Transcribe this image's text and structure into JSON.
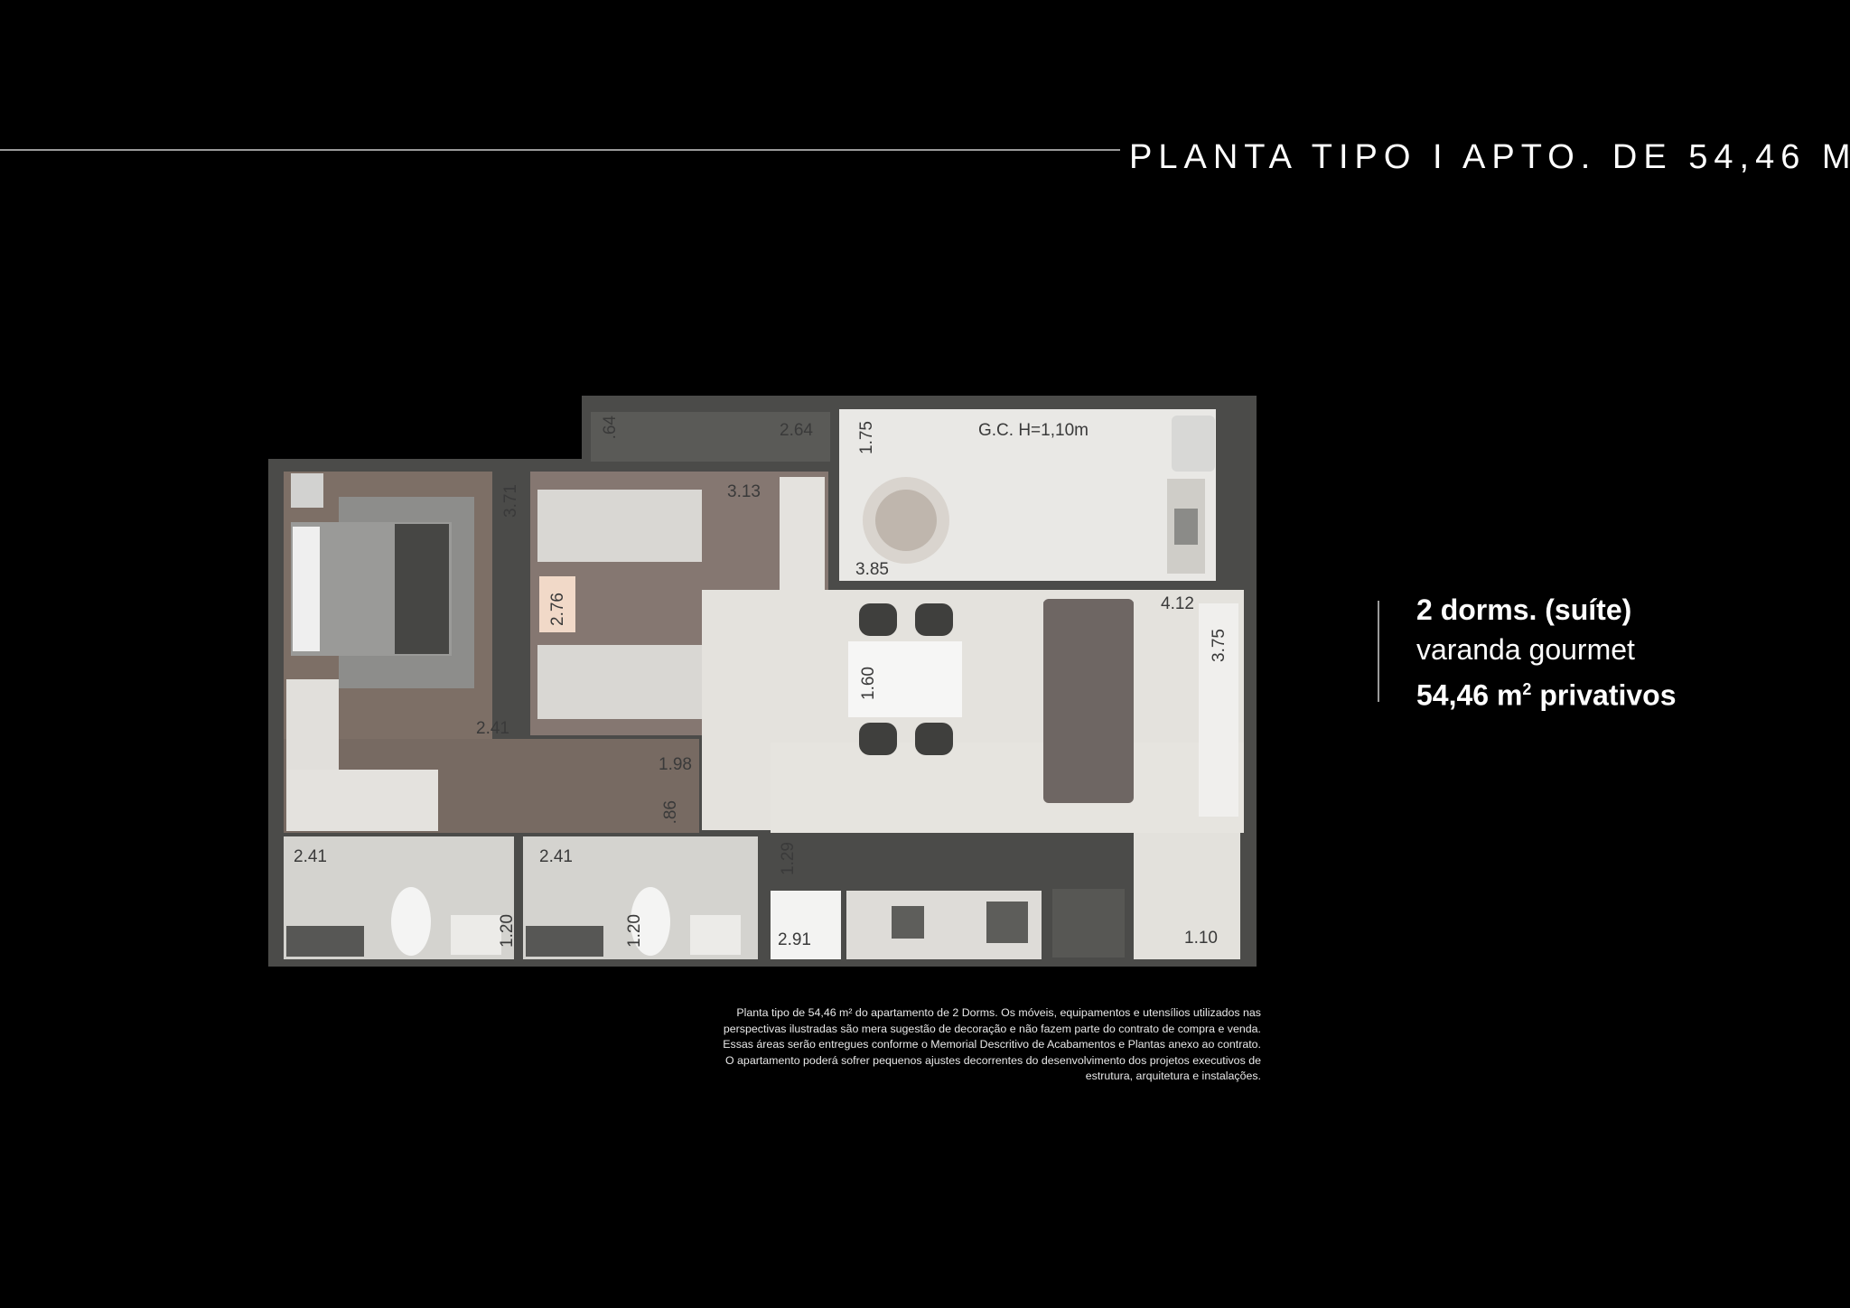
{
  "header": {
    "title": "PLANTA TIPO I APTO. DE 54,46 M",
    "title_sup": "2"
  },
  "plan": {
    "labels": {
      "gc": "G.C. H=1,10m",
      "d_064": ".64",
      "d_264": "2.64",
      "d_175": "1.75",
      "d_371": "3.71",
      "d_313": "3.13",
      "d_385": "3.85",
      "d_412": "4.12",
      "d_375": "3.75",
      "d_276": "2.76",
      "d_160": "1.60",
      "d_241a": "2.41",
      "d_198": "1.98",
      "d_086": ".86",
      "d_129": "1.29",
      "d_241b": "2.41",
      "d_241c": "2.41",
      "d_120a": "1.20",
      "d_120b": "1.20",
      "d_291": "2.91",
      "d_110": "1.10"
    }
  },
  "info": {
    "line1": "2 dorms. (suíte)",
    "line2": "varanda gourmet",
    "line3_prefix": "54,46 m",
    "line3_sup": "2",
    "line3_suffix": " privativos"
  },
  "disclaimer": {
    "lines": [
      "Planta tipo de 54,46 m² do apartamento de 2 Dorms. Os móveis, equipamentos e utensílios utilizados nas",
      "perspectivas ilustradas são mera sugestão de decoração e não fazem parte do contrato de compra e venda.",
      "Essas áreas serão entregues conforme o Memorial Descritivo de Acabamentos e Plantas anexo ao contrato.",
      "O apartamento poderá sofrer pequenos ajustes decorrentes do desenvolvimento dos projetos executivos de",
      "estrutura, arquitetura e instalações."
    ]
  },
  "colors": {
    "background": "#000000",
    "wall": "#4a4a48",
    "wood_floor": "#7d6f66",
    "tile_floor": "#e4e2dd"
  }
}
